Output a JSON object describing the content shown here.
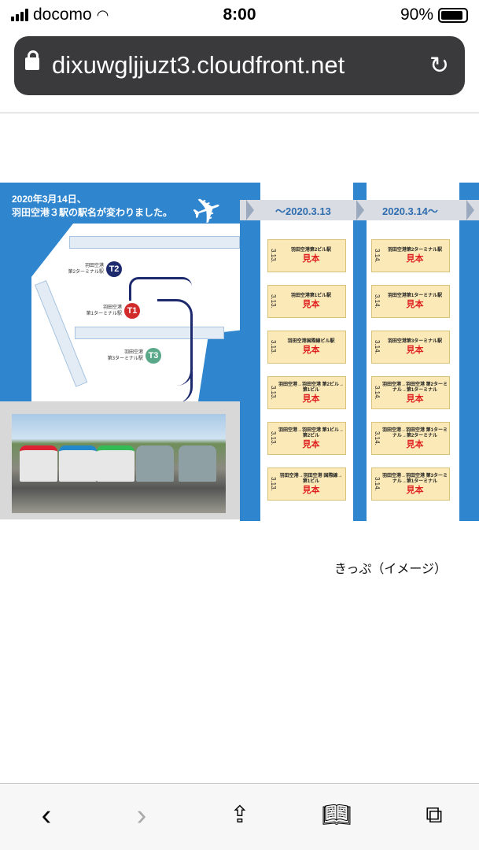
{
  "status_bar": {
    "carrier": "docomo",
    "time": "8:00",
    "battery": "90%",
    "battery_level": 0.9
  },
  "address_bar": {
    "domain": "dixuwgljjuzt3.cloudfront.net"
  },
  "map": {
    "title_line1": "2020年3月14日、",
    "title_line2": "羽田空港３駅の駅名が変わりました。",
    "stations": [
      {
        "badge": "T2",
        "label": "羽田空港\n第2ターミナル駅",
        "color": "#1d2a6e"
      },
      {
        "badge": "T1",
        "label": "羽田空港\n第1ターミナル駅",
        "color": "#d12b2b"
      },
      {
        "badge": "T3",
        "label": "羽田空港\n第3ターミナル駅",
        "color": "#5aa88a"
      }
    ]
  },
  "tickets": {
    "before_label": "〜2020.3.13",
    "after_label": "2020.3.14〜",
    "before": [
      {
        "date": "3.13.",
        "name": "羽田空港第2ビル駅"
      },
      {
        "date": "3.13.",
        "name": "羽田空港第1ビル駅"
      },
      {
        "date": "3.13.",
        "name": "羽田空港国際線ビル駅"
      },
      {
        "date": "3.13.",
        "name": "羽田空港→羽田空港 第2ビル→第1ビル"
      },
      {
        "date": "3.13.",
        "name": "羽田空港→羽田空港 第1ビル→第2ビル"
      },
      {
        "date": "3.13.",
        "name": "羽田空港→羽田空港 国際線→第1ビル"
      }
    ],
    "after": [
      {
        "date": "3.14.",
        "name": "羽田空港第2ターミナル駅"
      },
      {
        "date": "3.14.",
        "name": "羽田空港第1ターミナル駅"
      },
      {
        "date": "3.14.",
        "name": "羽田空港第3ターミナル駅"
      },
      {
        "date": "3.14.",
        "name": "羽田空港→羽田空港 第2ターミナル→第1ターミナル"
      },
      {
        "date": "3.14.",
        "name": "羽田空港→羽田空港 第1ターミナル→第2ターミナル"
      },
      {
        "date": "3.14.",
        "name": "羽田空港→羽田空港 第3ターミナル→第1ターミナル"
      }
    ],
    "sample_mark": "見本"
  },
  "caption": "きっぷ（イメージ）",
  "toolbar": {
    "back": "‹",
    "forward": "›",
    "share": "share",
    "bookmarks": "bookmarks",
    "tabs": "tabs"
  }
}
